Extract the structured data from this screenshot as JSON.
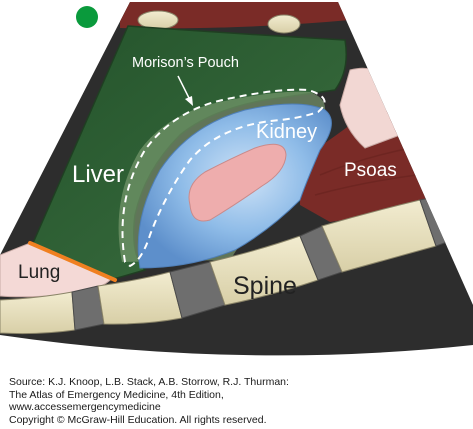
{
  "labels": {
    "morisons_pouch": "Morison’s Pouch",
    "kidney": "Kidney",
    "liver": "Liver",
    "psoas": "Psoas",
    "lung": "Lung",
    "spine": "Spine"
  },
  "source": {
    "line1": "Source: K.J. Knoop, L.B. Stack, A.B. Storrow, R.J. Thurman:",
    "line2": "The Atlas of Emergency Medicine, 4th Edition,",
    "line3": "www.accessemergencymedicine",
    "line4": "Copyright © McGraw-Hill Education. All rights reserved."
  },
  "colors": {
    "ultrasound_background": "#2d2d2d",
    "liver": "#2e5e35",
    "kidney_cortex": "#7fb0e0",
    "renal_sinus": "#eeadad",
    "psoas": "#7a2b27",
    "bone": "#e8e0bf",
    "lung_pleura": "#f08020",
    "orientation_marker": "#0a9a3c"
  },
  "icons": {
    "orientation_marker": "green-dot-icon",
    "pointer": "arrow-icon"
  }
}
